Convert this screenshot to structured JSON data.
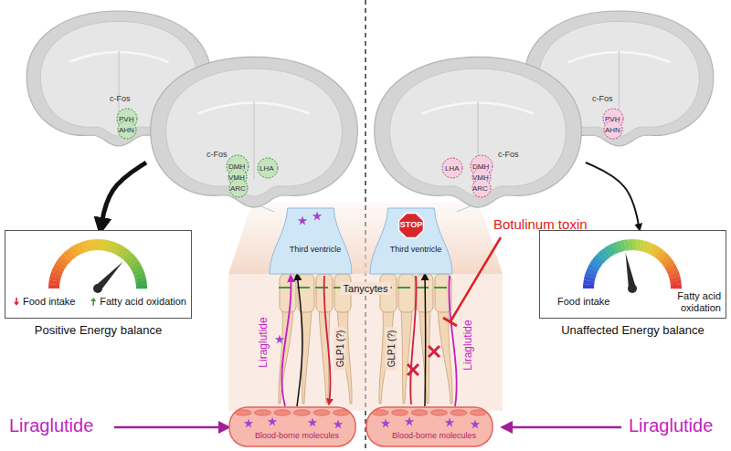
{
  "diagram": {
    "nodes": [
      {
        "text": [
          "c-Fos",
          "PVH",
          "AHN"
        ]
      },
      {
        "text": [
          "c-Fos",
          "DMH",
          "LHA",
          "VMH",
          "ARC"
        ]
      },
      {
        "text": [
          "c-Fos",
          "PVH",
          "AHN"
        ]
      },
      {
        "text": [
          "c-Fos",
          "LHA",
          "DMH",
          "VMH",
          "ARC"
        ]
      },
      {
        "text": [
          "Third ventricle"
        ]
      },
      {
        "text": [
          "Third ventricle"
        ]
      },
      {
        "text": [
          "STOP"
        ],
        "in": 5
      },
      {
        "text": [
          "Food intake",
          "Fatty acid oxidation",
          "Positive Energy balance"
        ]
      },
      {
        "text": [
          "Blood-borne molecules"
        ]
      },
      {
        "text": [
          "Blood-borne molecules"
        ]
      },
      {
        "text": [
          "Food intake",
          "Fatty acid oxidation",
          "Unaffected Energy balance"
        ]
      }
    ],
    "edges": [
      {
        "from": 1,
        "to": 7,
        "arrow": "to"
      },
      {
        "from": 3,
        "to": 10,
        "arrow": "to"
      },
      {
        "from": 8,
        "to": 4,
        "arrow": "to"
      },
      {
        "from": 9,
        "to": 5,
        "arrow": "to"
      }
    ],
    "labels": [
      "Tanycytes",
      "Liraglutide",
      "GLP1 (?)",
      "Liraglutide",
      "Botulinum toxin",
      "GLP1 (?)",
      "Liraglutide",
      "Liraglutide"
    ]
  }
}
